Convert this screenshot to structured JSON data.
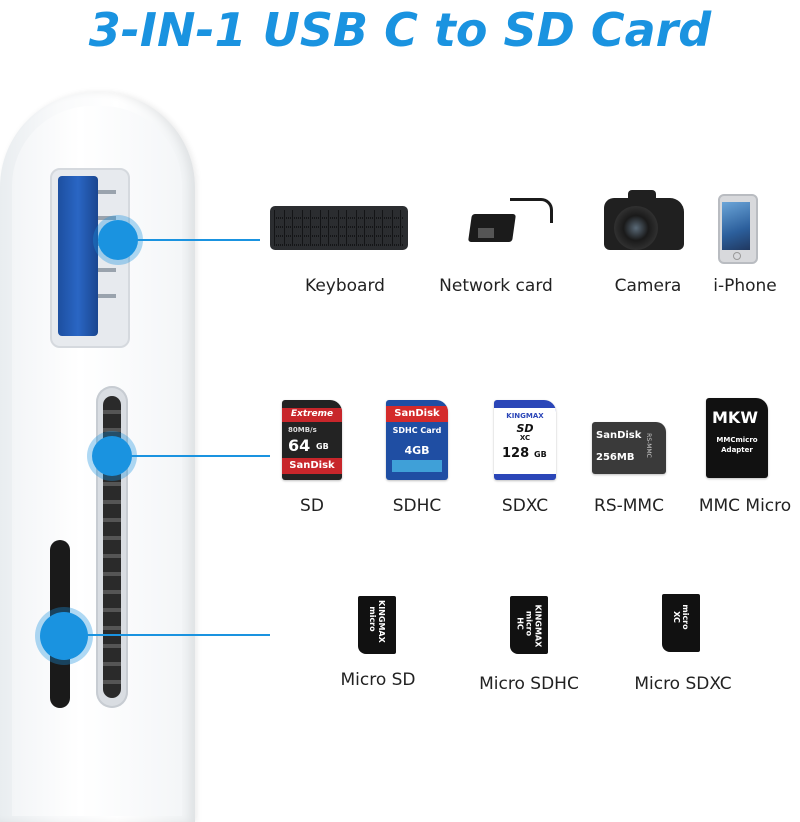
{
  "title": "3-IN-1 USB C to SD Card",
  "colors": {
    "accent": "#1a93e0",
    "usb_blue": "#2a66c4"
  },
  "rows": {
    "usb": {
      "items": [
        {
          "label": "Keyboard",
          "icon": "keyboard-icon"
        },
        {
          "label": "Network card",
          "icon": "ethernet-adapter-icon"
        },
        {
          "label": "Camera",
          "icon": "camera-icon"
        },
        {
          "label": "i-Phone",
          "icon": "phone-icon"
        }
      ]
    },
    "sd": {
      "items": [
        {
          "label": "SD",
          "card_brand": "Extreme",
          "card_line1": "80MB/s",
          "card_capacity": "64",
          "card_unit": "GB",
          "card_maker": "SanDisk"
        },
        {
          "label": "SDHC",
          "card_brand": "SanDisk",
          "card_line1": "SDHC Card",
          "card_capacity": "4GB"
        },
        {
          "label": "SDXC",
          "card_brand": "KINGMAX",
          "card_line1": "SD",
          "card_line2": "XC",
          "card_capacity": "128",
          "card_unit": "GB"
        },
        {
          "label": "RS-MMC",
          "card_brand": "SanDisk",
          "card_capacity": "256MB",
          "card_side": "RS-MMC"
        },
        {
          "label": "MMC Micro",
          "card_brand": "MKW",
          "card_line1": "MMCmicro",
          "card_line2": "Adapter"
        }
      ]
    },
    "microsd": {
      "items": [
        {
          "label": "Micro SD",
          "card_text": "KINGMAX micro"
        },
        {
          "label": "Micro SDHC",
          "card_text": "KINGMAX micro HC"
        },
        {
          "label": "Micro SDXC",
          "card_text": "micro XC"
        }
      ]
    }
  }
}
